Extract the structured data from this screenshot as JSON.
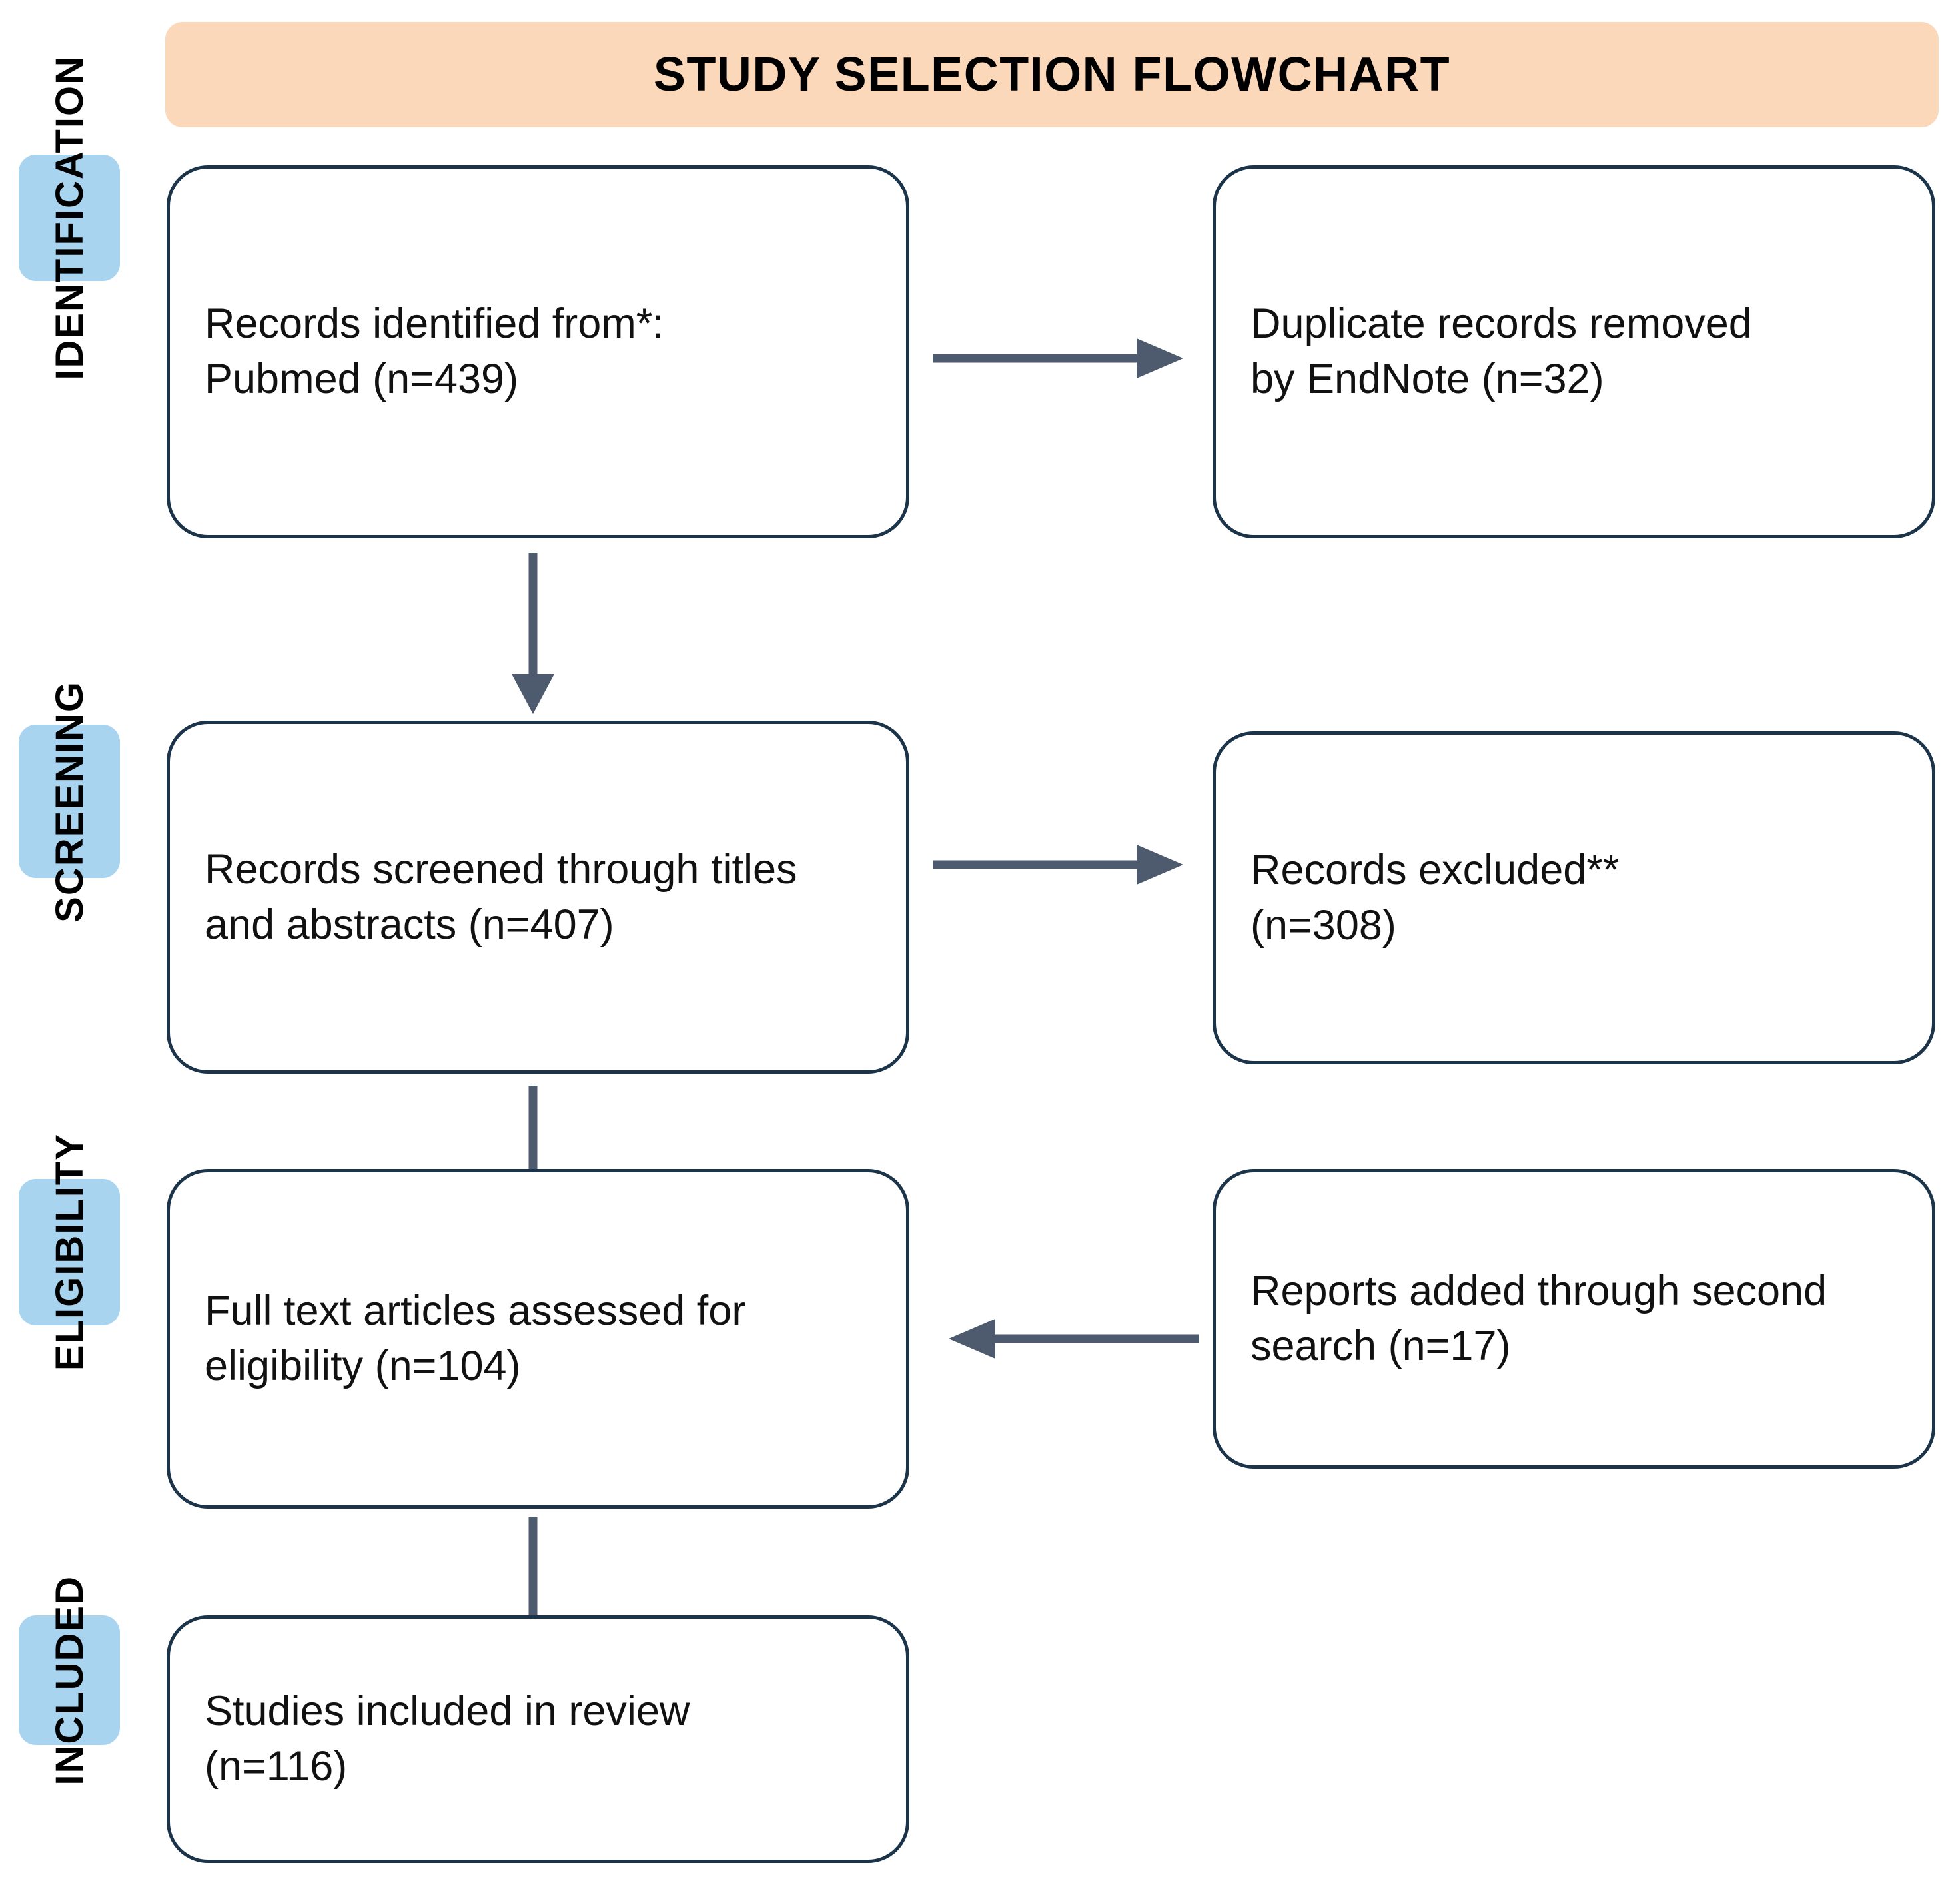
{
  "title": {
    "text": "STUDY SELECTION FLOWCHART",
    "background_color": "#FCD8BB"
  },
  "theme": {
    "stage_pill_color": "#A9D4F0",
    "box_border_color": "#1C3449",
    "box_fill_color": "#FFFFFF",
    "arrow_color": "#4E5B6E",
    "text_color": "#111111"
  },
  "stages": [
    {
      "label": "IDENTIFICATION"
    },
    {
      "label": "SCREENING"
    },
    {
      "label": "ELIGIBILITY"
    },
    {
      "label": "INCLUDED"
    }
  ],
  "boxes": [
    {
      "id": "records-identified",
      "text": "Records identified from*:\nPubmed (n=439)",
      "stage": "IDENTIFICATION",
      "column": "left"
    },
    {
      "id": "duplicates-removed",
      "text": "Duplicate records removed\nby EndNote (n=32)",
      "stage": "IDENTIFICATION",
      "column": "right"
    },
    {
      "id": "records-screened",
      "text": "Records screened through titles\nand abstracts (n=407)",
      "stage": "SCREENING",
      "column": "left"
    },
    {
      "id": "records-excluded",
      "text": "Records excluded**\n(n=308)",
      "stage": "SCREENING",
      "column": "right"
    },
    {
      "id": "full-text-assessed",
      "text": "Full text articles assessed for\neligibility (n=104)",
      "stage": "ELIGIBILITY",
      "column": "left"
    },
    {
      "id": "reports-added",
      "text": "Reports added through second\nsearch (n=17)",
      "stage": "ELIGIBILITY",
      "column": "right"
    },
    {
      "id": "studies-included",
      "text": "Studies included in review\n(n=116)",
      "stage": "INCLUDED",
      "column": "left"
    }
  ],
  "arrows": [
    {
      "id": "identified-to-duplicates",
      "direction": "right",
      "from": "records-identified",
      "to": "duplicates-removed"
    },
    {
      "id": "identified-to-screened",
      "direction": "down",
      "from": "records-identified",
      "to": "records-screened"
    },
    {
      "id": "screened-to-excluded",
      "direction": "right",
      "from": "records-screened",
      "to": "records-excluded"
    },
    {
      "id": "screened-to-fulltext",
      "direction": "down",
      "from": "records-screened",
      "to": "full-text-assessed"
    },
    {
      "id": "reports-to-fulltext",
      "direction": "left",
      "from": "reports-added",
      "to": "full-text-assessed"
    },
    {
      "id": "fulltext-to-included",
      "direction": "down",
      "from": "full-text-assessed",
      "to": "studies-included"
    }
  ]
}
